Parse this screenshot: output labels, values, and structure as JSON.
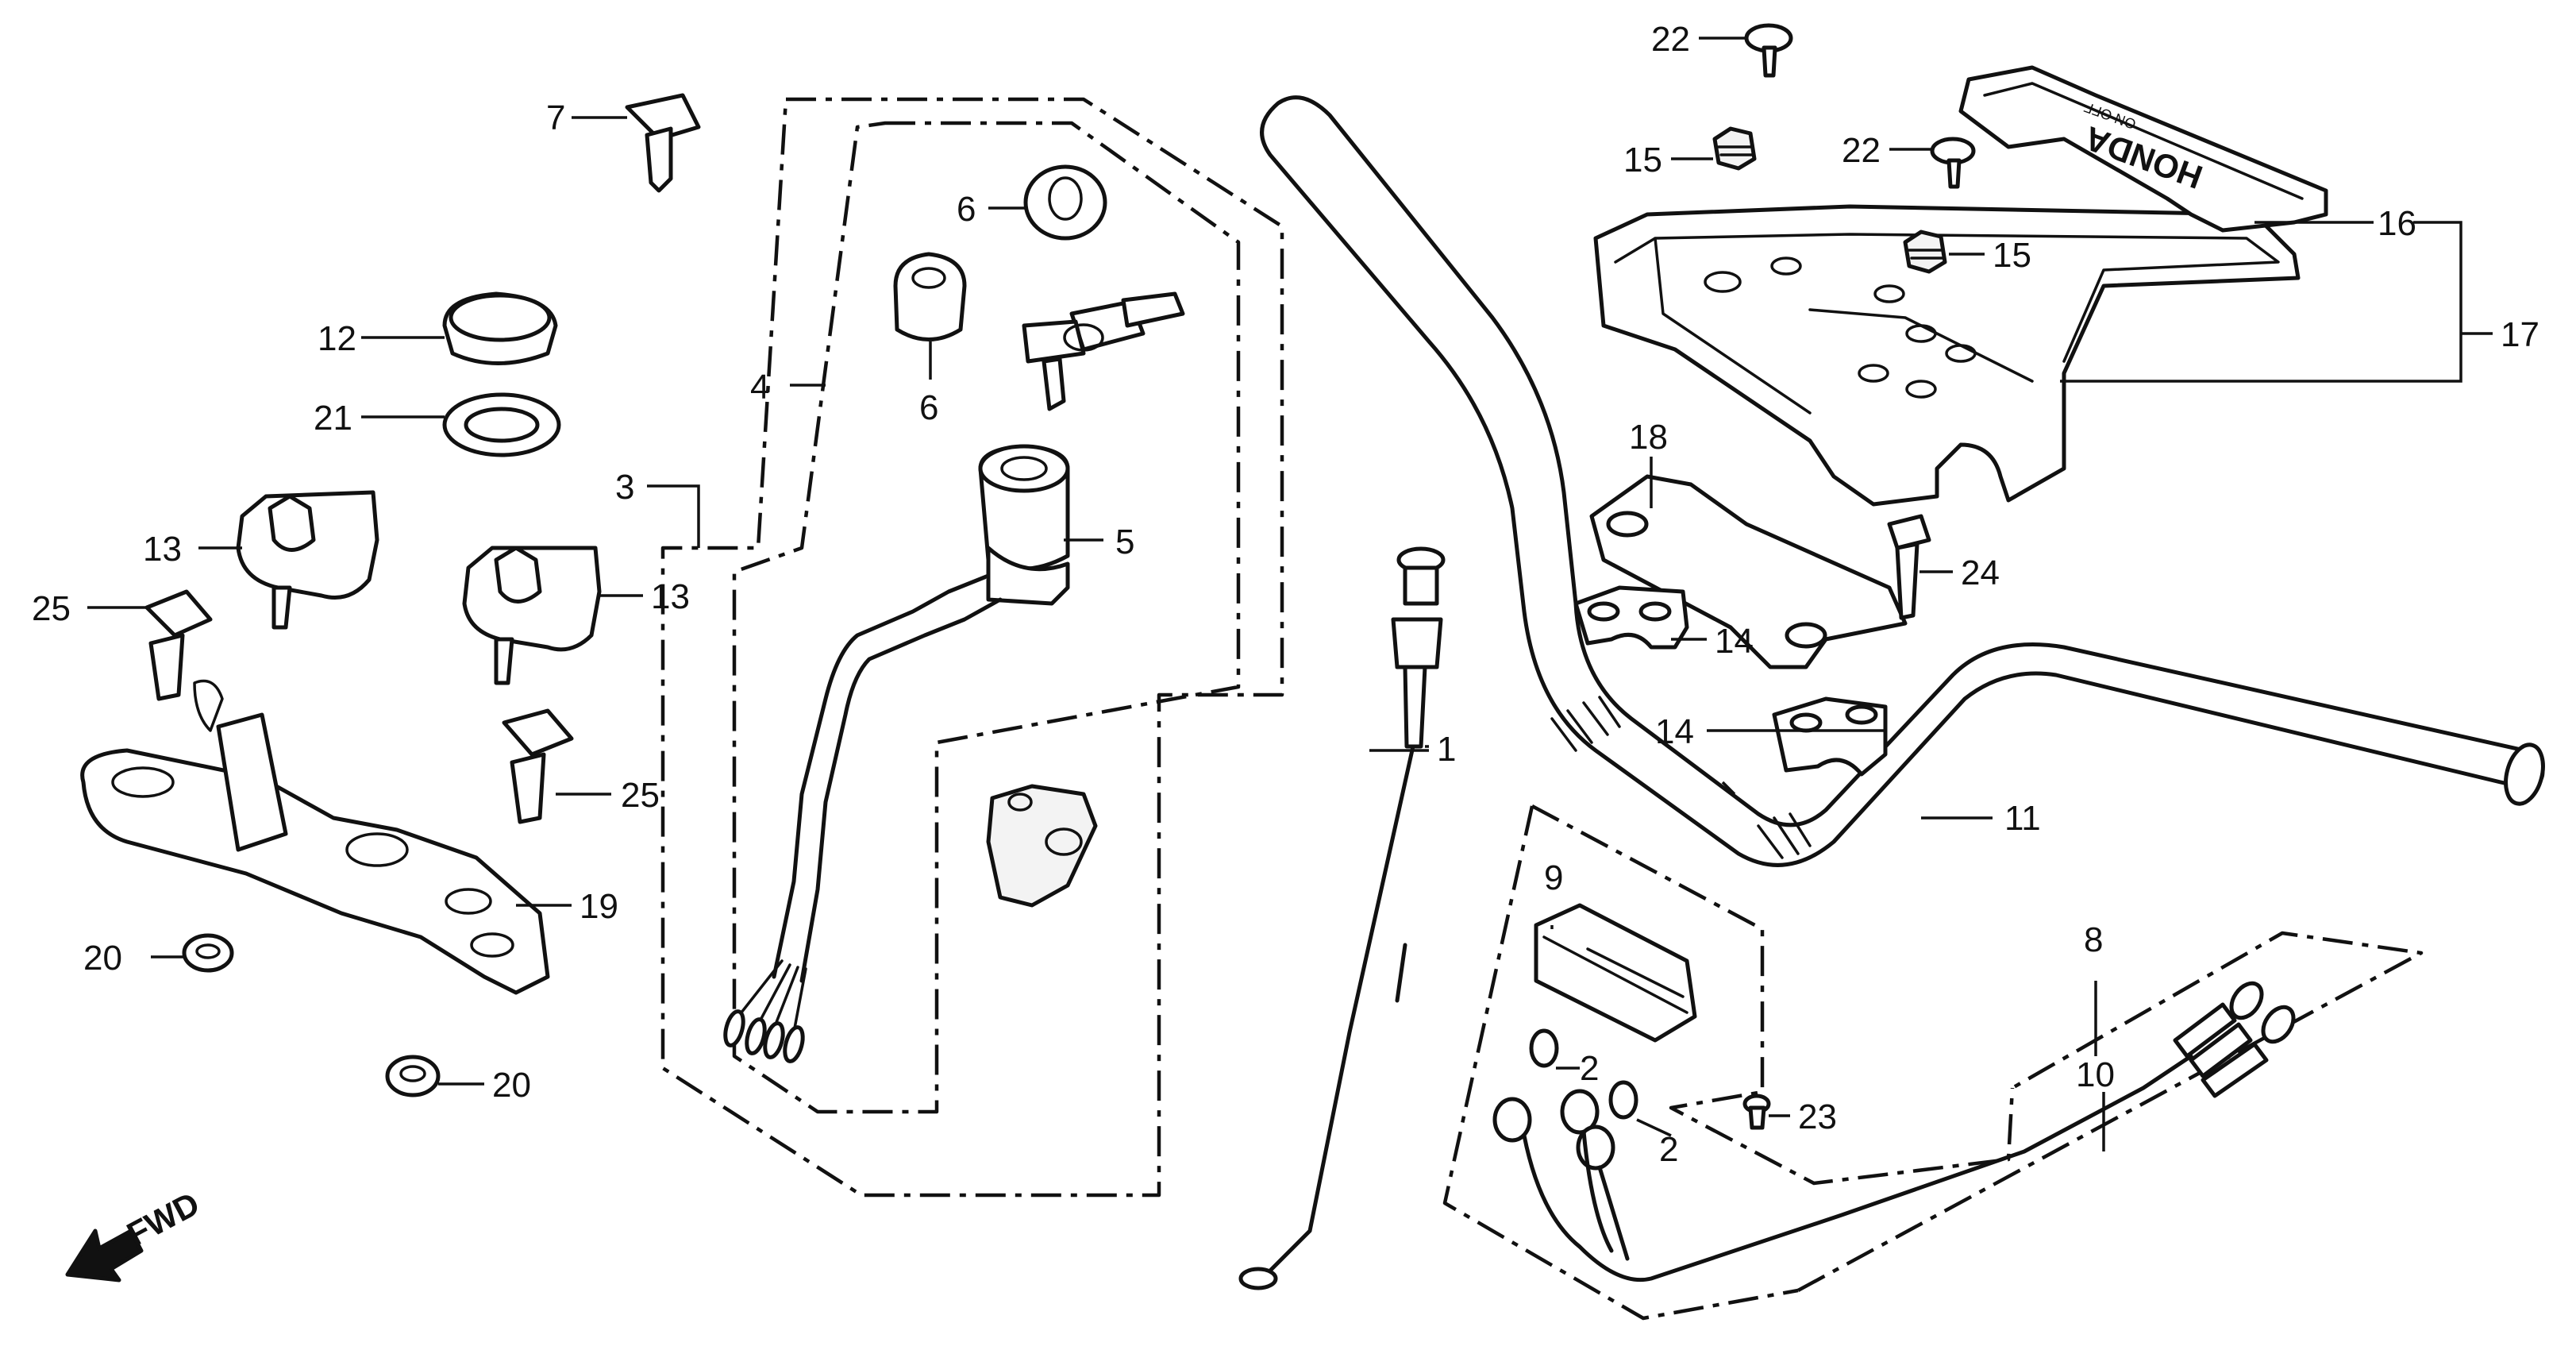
{
  "diagram": {
    "callouts": [
      "1",
      "2",
      "2",
      "3",
      "4",
      "5",
      "6",
      "6",
      "7",
      "8",
      "9",
      "10",
      "11",
      "12",
      "13",
      "13",
      "14",
      "14",
      "15",
      "15",
      "16",
      "17",
      "18",
      "19",
      "20",
      "20",
      "21",
      "22",
      "22",
      "23",
      "24",
      "25",
      "25"
    ],
    "direction_label": "FWD",
    "cover_logo_text": "HONDA",
    "cover_small_text": "ON OFF"
  }
}
